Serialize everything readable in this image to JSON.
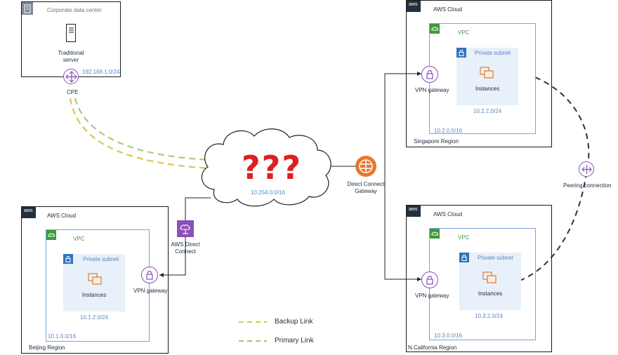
{
  "dc": {
    "title": "Corporate data center",
    "server_label_1": "Traditional",
    "server_label_2": "server",
    "cidr": "192.168.1.0/24",
    "cpe": "CPE"
  },
  "cloud": {
    "mark": "???",
    "cidr": "10.254.0.0/16"
  },
  "dx_gateway": {
    "line1": "Direct Connect",
    "line2": "Gateway"
  },
  "direct_connect": {
    "line1": "AWS Direct",
    "line2": "Connect"
  },
  "peering": {
    "label": "Peering connection"
  },
  "singapore": {
    "cloud": "AWS Cloud",
    "vpc": "VPC",
    "subnet": "Private subnet",
    "instances": "Instances",
    "subnet_cidr": "10.2.2.0/24",
    "vpc_cidr": "10.2.0.0/16",
    "region": "Singapore Region",
    "vpn": "VPN gateway"
  },
  "ncal": {
    "cloud": "AWS Cloud",
    "vpc": "VPC",
    "subnet": "Private subnet",
    "instances": "Instances",
    "subnet_cidr": "10.3.2.0/24",
    "vpc_cidr": "10.3.0.0/16",
    "region": "N.California Region",
    "vpn": "VPN gateway"
  },
  "beijing": {
    "cloud": "AWS Cloud",
    "vpc": "VPC",
    "subnet": "Private subnet",
    "instances": "Instances",
    "subnet_cidr": "10.1.2.0/24",
    "vpc_cidr": "10.1.0.0/16",
    "region": "Beijing Region",
    "vpn": "VPN gateway"
  },
  "aws_badge": "aws",
  "legend": {
    "backup": "Backup Link",
    "primary": "Primary Link",
    "backup_color": "#d8c84a",
    "primary_color": "#9fc97a"
  },
  "colors": {
    "vpn_purple": "#8a4fb8",
    "dx_orange": "#e8772e",
    "vpc_green": "#3f9a3a",
    "subnet_blue": "#2f73bd",
    "instance_orange": "#e07b2a"
  }
}
